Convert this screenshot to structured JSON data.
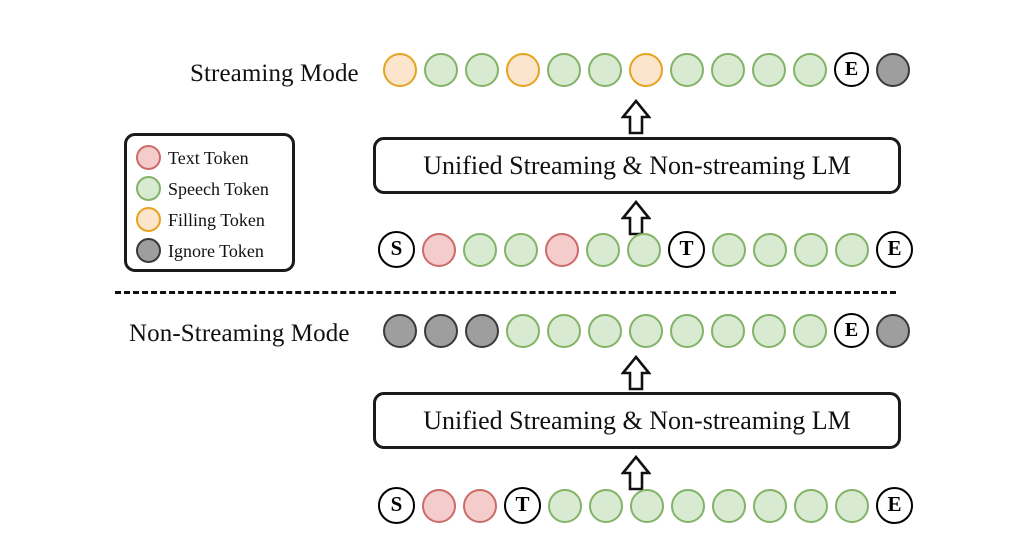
{
  "figure": {
    "title_streaming": "Streaming Mode",
    "title_nonstreaming": "Non-Streaming Mode",
    "lm_label": "Unified Streaming & Non-streaming LM",
    "divider": "dashed-separator"
  },
  "colors": {
    "text_token_fill": "#f4cccc",
    "text_token_border": "#cd6a6a",
    "speech_token_fill": "#d9ead3",
    "speech_token_border": "#82b366",
    "filling_token_fill": "#fce5cd",
    "filling_token_border": "#e5a321",
    "ignore_token_fill": "#9e9e9e",
    "ignore_token_border": "#3a3a3a",
    "special_token_fill": "#ffffff",
    "special_token_border": "#000000"
  },
  "legend": {
    "items": [
      {
        "type": "text",
        "label": "Text Token"
      },
      {
        "type": "speech",
        "label": "Speech Token"
      },
      {
        "type": "filling",
        "label": "Filling Token"
      },
      {
        "type": "ignore",
        "label": "Ignore Token"
      }
    ]
  },
  "streaming": {
    "label": "Streaming Mode",
    "lm_label": "Unified Streaming & Non-streaming LM",
    "output_sequence": [
      {
        "type": "filling",
        "glyph": ""
      },
      {
        "type": "speech",
        "glyph": ""
      },
      {
        "type": "speech",
        "glyph": ""
      },
      {
        "type": "filling",
        "glyph": ""
      },
      {
        "type": "speech",
        "glyph": ""
      },
      {
        "type": "speech",
        "glyph": ""
      },
      {
        "type": "filling",
        "glyph": ""
      },
      {
        "type": "speech",
        "glyph": ""
      },
      {
        "type": "speech",
        "glyph": ""
      },
      {
        "type": "speech",
        "glyph": ""
      },
      {
        "type": "speech",
        "glyph": ""
      },
      {
        "type": "special",
        "glyph": "E"
      },
      {
        "type": "ignore",
        "glyph": ""
      }
    ],
    "input_sequence": [
      {
        "type": "special",
        "glyph": "S"
      },
      {
        "type": "text",
        "glyph": ""
      },
      {
        "type": "speech",
        "glyph": ""
      },
      {
        "type": "speech",
        "glyph": ""
      },
      {
        "type": "text",
        "glyph": ""
      },
      {
        "type": "speech",
        "glyph": ""
      },
      {
        "type": "speech",
        "glyph": ""
      },
      {
        "type": "special",
        "glyph": "T"
      },
      {
        "type": "speech",
        "glyph": ""
      },
      {
        "type": "speech",
        "glyph": ""
      },
      {
        "type": "speech",
        "glyph": ""
      },
      {
        "type": "speech",
        "glyph": ""
      },
      {
        "type": "special",
        "glyph": "E"
      }
    ]
  },
  "nonstreaming": {
    "label": "Non-Streaming Mode",
    "lm_label": "Unified Streaming & Non-streaming LM",
    "output_sequence": [
      {
        "type": "ignore",
        "glyph": ""
      },
      {
        "type": "ignore",
        "glyph": ""
      },
      {
        "type": "ignore",
        "glyph": ""
      },
      {
        "type": "speech",
        "glyph": ""
      },
      {
        "type": "speech",
        "glyph": ""
      },
      {
        "type": "speech",
        "glyph": ""
      },
      {
        "type": "speech",
        "glyph": ""
      },
      {
        "type": "speech",
        "glyph": ""
      },
      {
        "type": "speech",
        "glyph": ""
      },
      {
        "type": "speech",
        "glyph": ""
      },
      {
        "type": "speech",
        "glyph": ""
      },
      {
        "type": "special",
        "glyph": "E"
      },
      {
        "type": "ignore",
        "glyph": ""
      }
    ],
    "input_sequence": [
      {
        "type": "special",
        "glyph": "S"
      },
      {
        "type": "text",
        "glyph": ""
      },
      {
        "type": "text",
        "glyph": ""
      },
      {
        "type": "special",
        "glyph": "T"
      },
      {
        "type": "speech",
        "glyph": ""
      },
      {
        "type": "speech",
        "glyph": ""
      },
      {
        "type": "speech",
        "glyph": ""
      },
      {
        "type": "speech",
        "glyph": ""
      },
      {
        "type": "speech",
        "glyph": ""
      },
      {
        "type": "speech",
        "glyph": ""
      },
      {
        "type": "speech",
        "glyph": ""
      },
      {
        "type": "speech",
        "glyph": ""
      },
      {
        "type": "special",
        "glyph": "E"
      }
    ]
  },
  "icons": {
    "flow_arrow": "up-arrow-icon"
  }
}
